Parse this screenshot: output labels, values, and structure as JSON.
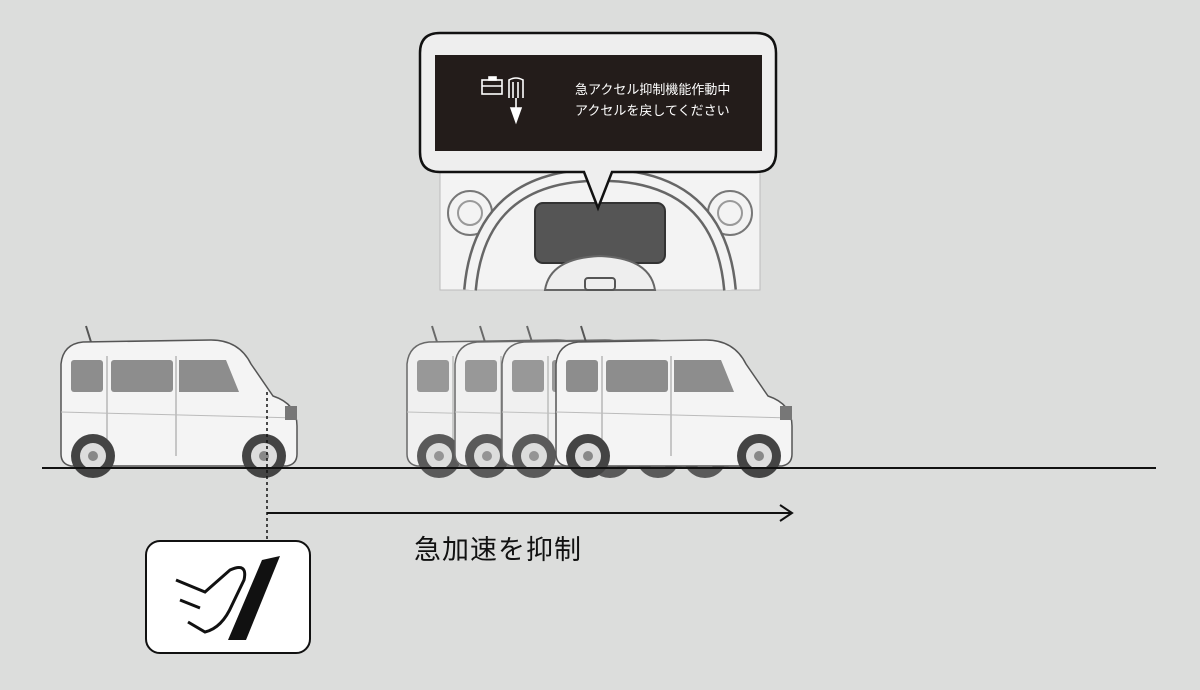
{
  "display": {
    "line1": "急アクセル抑制機能作動中",
    "line2": "アクセルを戻してください",
    "icon": "accelerator-release-icon"
  },
  "caption": "急加速を抑制",
  "pedal_icon": "foot-on-pedal-icon",
  "colors": {
    "background": "#dcdddc",
    "screen": "#231c1a",
    "line": "#111111"
  }
}
